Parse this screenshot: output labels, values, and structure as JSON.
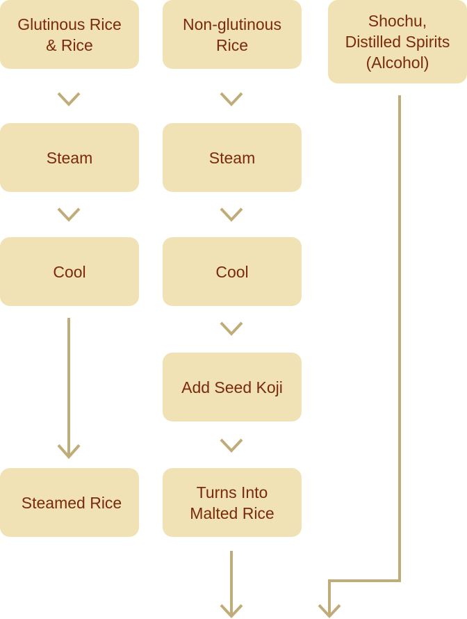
{
  "flow": {
    "col1": {
      "start": "Glutinous Rice\n& Rice",
      "steam": "Steam",
      "cool": "Cool",
      "result": "Steamed Rice"
    },
    "col2": {
      "start": "Non-glutinous\nRice",
      "steam": "Steam",
      "cool": "Cool",
      "koji": "Add Seed Koji",
      "result": "Turns Into\nMalted Rice"
    },
    "col3": {
      "start": "Shochu,\nDistilled Spirits\n(Alcohol)"
    }
  },
  "colors": {
    "box_fill": "#f0e2b4",
    "text": "#7a2a0c",
    "arrow": "#bfac78"
  },
  "icons": {
    "chevron": "chevron-down-icon",
    "arrow": "arrow-down-icon"
  }
}
